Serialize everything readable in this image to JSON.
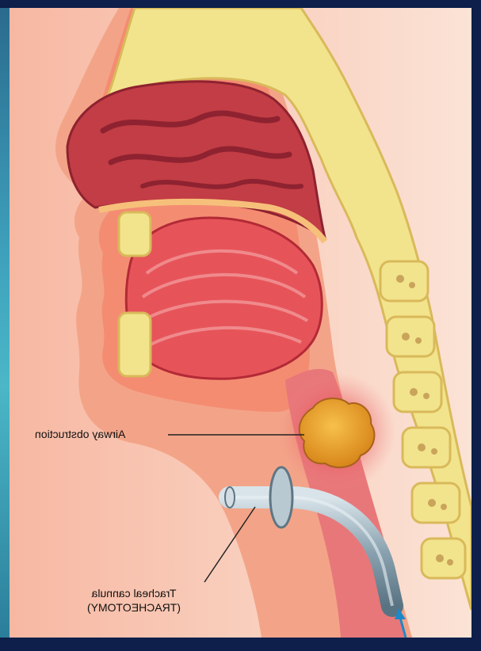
{
  "labels": {
    "airway_obstruction": "Airway obstruction",
    "tracheal_cannula_line1": "Tracheal cannula",
    "tracheal_cannula_line2": "(TRACHEOTOMY)"
  },
  "colors": {
    "background_frame": "#0d1f4a",
    "skin": "#f6c4ad",
    "tissue": "#f49a7e",
    "bone": "#f2e48c",
    "bone_marrow": "#c9a45a",
    "nasal_cavity": "#c23d45",
    "tongue": "#e6545a",
    "obstruction": "#f2a52c",
    "cannula": "#8fa6b3",
    "arrow": "#1e88c8"
  }
}
